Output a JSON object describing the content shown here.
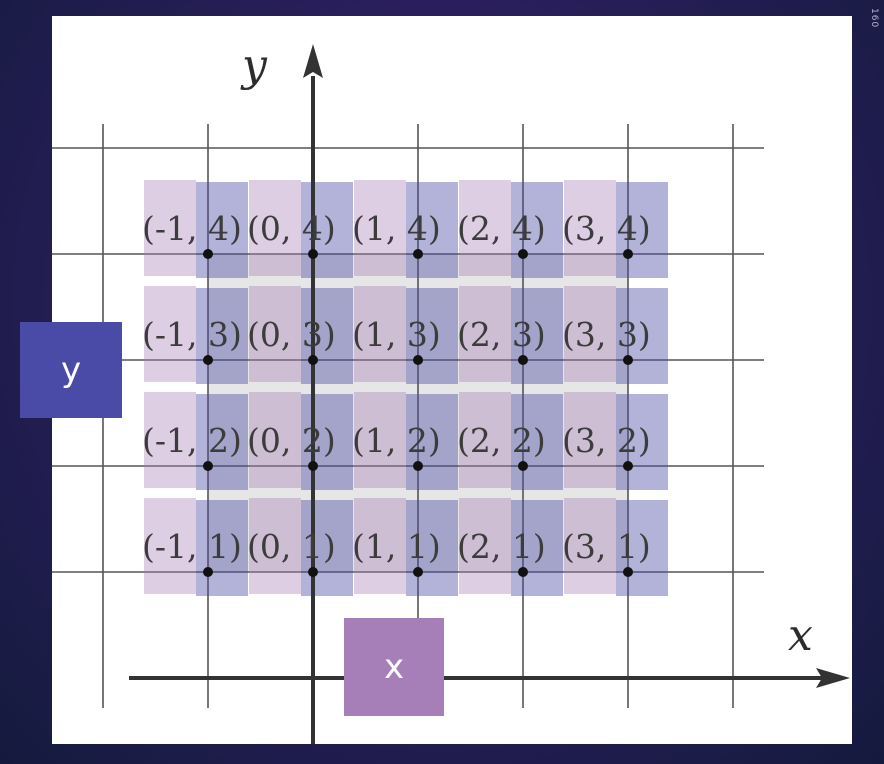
{
  "slide_number": "160",
  "diagram": {
    "x_axis_label": "x",
    "y_axis_label": "y",
    "coordinate_labels": [
      {
        "text": "(-1, 4)",
        "x": -1,
        "y": 4
      },
      {
        "text": "(0, 4)",
        "x": 0,
        "y": 4
      },
      {
        "text": "(1, 4)",
        "x": 1,
        "y": 4
      },
      {
        "text": "(2, 4)",
        "x": 2,
        "y": 4
      },
      {
        "text": "(3, 4)",
        "x": 3,
        "y": 4
      },
      {
        "text": "(-1, 3)",
        "x": -1,
        "y": 3
      },
      {
        "text": "(0, 3)",
        "x": 0,
        "y": 3
      },
      {
        "text": "(1, 3)",
        "x": 1,
        "y": 3
      },
      {
        "text": "(2, 3)",
        "x": 2,
        "y": 3
      },
      {
        "text": "(3, 3)",
        "x": 3,
        "y": 3
      },
      {
        "text": "(-1, 2)",
        "x": -1,
        "y": 2
      },
      {
        "text": "(0, 2)",
        "x": 0,
        "y": 2
      },
      {
        "text": "(1, 2)",
        "x": 1,
        "y": 2
      },
      {
        "text": "(2, 2)",
        "x": 2,
        "y": 2
      },
      {
        "text": "(3, 2)",
        "x": 3,
        "y": 2
      },
      {
        "text": "(-1, 1)",
        "x": -1,
        "y": 1
      },
      {
        "text": "(0, 1)",
        "x": 0,
        "y": 1
      },
      {
        "text": "(1, 1)",
        "x": 1,
        "y": 1
      },
      {
        "text": "(2, 1)",
        "x": 2,
        "y": 1
      },
      {
        "text": "(3, 1)",
        "x": 3,
        "y": 1
      }
    ]
  },
  "highlights": {
    "x_tag": "x",
    "y_tag": "y"
  },
  "colors": {
    "x_highlight": "#a67fb8",
    "y_highlight": "#4a4aa7",
    "grid": "#555555",
    "axis": "#333333"
  }
}
